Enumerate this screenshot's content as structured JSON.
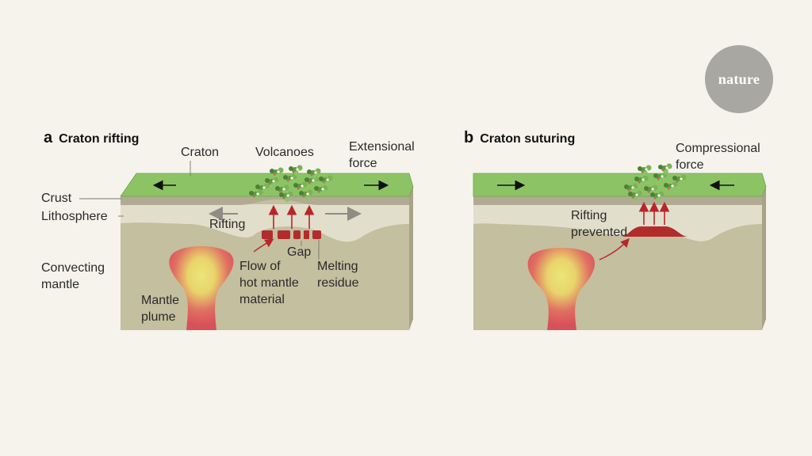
{
  "logo": {
    "text": "nature"
  },
  "panel_a": {
    "letter": "a",
    "title": "Craton rifting",
    "labels": {
      "craton": "Craton",
      "volcanoes": "Volcanoes",
      "extensional_force": [
        "Extensional",
        "force"
      ],
      "crust": "Crust",
      "lithosphere": "Lithosphere",
      "rifting": "Rifting",
      "convecting_mantle": [
        "Convecting",
        "mantle"
      ],
      "gap": "Gap",
      "flow": [
        "Flow of",
        "hot mantle",
        "material"
      ],
      "melting_residue": [
        "Melting",
        "residue"
      ],
      "mantle_plume": [
        "Mantle",
        "plume"
      ]
    }
  },
  "panel_b": {
    "letter": "b",
    "title": "Craton suturing",
    "labels": {
      "compressional_force": [
        "Compressional",
        "force"
      ],
      "rifting_prevented": [
        "Rifting",
        "prevented"
      ]
    }
  },
  "colors": {
    "background": "#f5f3ec",
    "craton_top": "#8cc465",
    "crust": "#b2ab94",
    "lithosphere": "#e1dfcc",
    "mantle": "#c3bf9f",
    "side_dark": "#a8a287",
    "plume": "#dc5a5c",
    "plume_core": "#e8da6b",
    "melt": "#b22c2c",
    "arrow_red": "#b8262a",
    "arrow_grey": "#8f8c84",
    "logo_bg": "#a8a7a2"
  }
}
